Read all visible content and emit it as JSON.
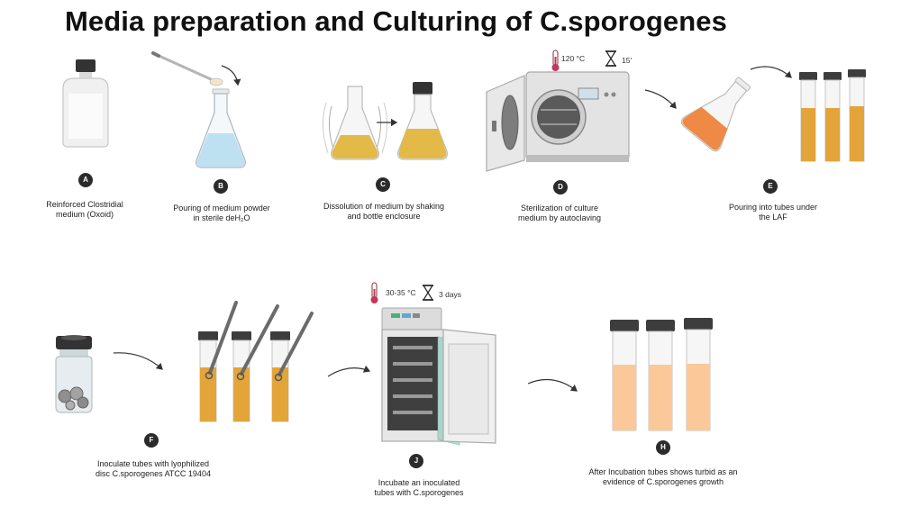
{
  "title": "Media preparation and Culturing of C.sporogenes",
  "steps": [
    {
      "letter": "A",
      "caption": "Reinforced Clostridial medium (Oxoid)"
    },
    {
      "letter": "B",
      "caption": "Pouring of medium powder in sterile deH₂O"
    },
    {
      "letter": "C",
      "caption": "Dissolution of medium by shaking and bottle enclosure"
    },
    {
      "letter": "D",
      "caption": "Sterilization of culture medium by autoclaving"
    },
    {
      "letter": "E",
      "caption": "Pouring into tubes under the LAF"
    },
    {
      "letter": "F",
      "caption": "Inoculate tubes with lyophilized disc C.sporogenes ATCC 19404"
    },
    {
      "letter": "J",
      "caption": "Incubate an inoculated tubes with C.sporogenes"
    },
    {
      "letter": "H",
      "caption": "After Incubation tubes shows turbid as an evidence of  C.sporogenes growth"
    }
  ],
  "conditions": {
    "autoclave_temp": "120 °C",
    "autoclave_time": "15'",
    "incubation_temp": "30-35 °C",
    "incubation_time": "3 days"
  },
  "colors": {
    "medium_amber": "#e3a43a",
    "turbid_peach": "#fbc899",
    "water_blue": "#b9dff0",
    "flask_orange": "#ee8a45"
  },
  "icons": [
    "thermometer-icon",
    "hourglass-icon",
    "arrow-icon"
  ]
}
